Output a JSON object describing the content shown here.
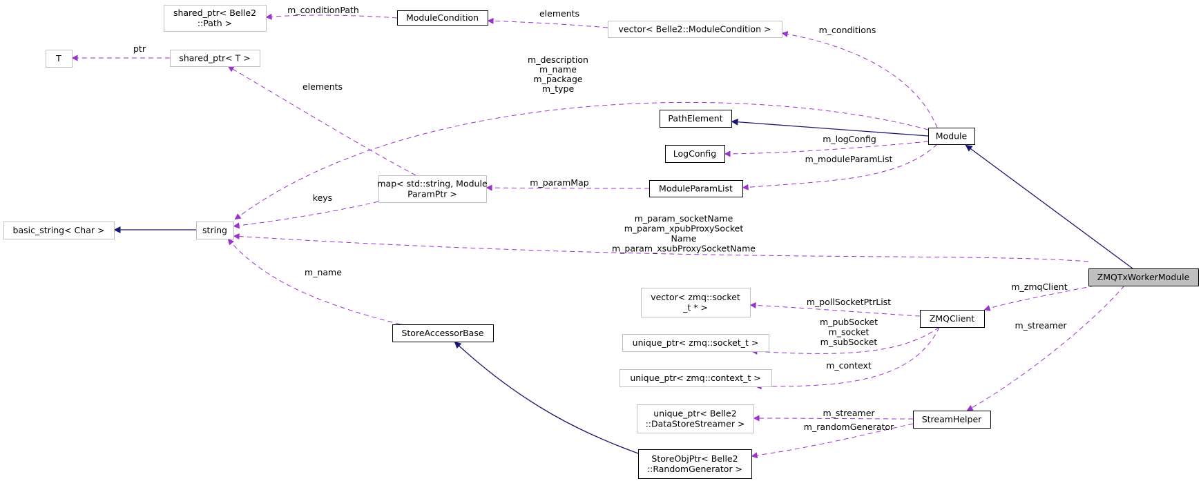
{
  "colors": {
    "usage_edge": "#9a32cd",
    "inherit_edge": "#191970",
    "main_fill": "#bfbfbf",
    "external_border": "#bfbfbf",
    "doc_border": "#000000"
  },
  "nodes": {
    "shared_ptr_path": [
      "shared_ptr< Belle2",
      "::Path >"
    ],
    "module_condition": [
      "ModuleCondition"
    ],
    "vector_module_condition": [
      "vector< Belle2::ModuleCondition >"
    ],
    "t": [
      "T"
    ],
    "shared_ptr_t": [
      "shared_ptr< T >"
    ],
    "path_element": [
      "PathElement"
    ],
    "module": [
      "Module"
    ],
    "log_config": [
      "LogConfig"
    ],
    "map_param": [
      "map< std::string, Module",
      "ParamPtr >"
    ],
    "module_param_list": [
      "ModuleParamList"
    ],
    "basic_string": [
      "basic_string< Char >"
    ],
    "string": [
      "string"
    ],
    "zmq_tx_worker_module": [
      "ZMQTxWorkerModule"
    ],
    "vector_zmq_socket": [
      "vector< zmq::socket",
      "_t * >"
    ],
    "zmq_client": [
      "ZMQClient"
    ],
    "unique_ptr_socket": [
      "unique_ptr< zmq::socket_t >"
    ],
    "unique_ptr_context": [
      "unique_ptr< zmq::context_t >"
    ],
    "store_accessor_base": [
      "StoreAccessorBase"
    ],
    "unique_ptr_datastore": [
      "unique_ptr< Belle2",
      "::DataStoreStreamer >"
    ],
    "stream_helper": [
      "StreamHelper"
    ],
    "store_obj_ptr": [
      "StoreObjPtr< Belle2",
      "::RandomGenerator >"
    ]
  },
  "edges": {
    "condition_path": [
      "m_conditionPath"
    ],
    "condition_elements": [
      "elements"
    ],
    "conditions": [
      "m_conditions"
    ],
    "ptr": [
      "ptr"
    ],
    "shared_elements": [
      "elements"
    ],
    "module_strings": [
      "m_description",
      "m_name",
      "m_package",
      "m_type"
    ],
    "log_config": [
      "m_logConfig"
    ],
    "module_param_list": [
      "m_moduleParamList"
    ],
    "param_map": [
      "m_paramMap"
    ],
    "keys": [
      "keys"
    ],
    "socket_names": [
      "m_param_socketName",
      "m_param_xpubProxySocket",
      "Name",
      "m_param_xsubProxySocketName"
    ],
    "store_name": [
      "m_name"
    ],
    "zmq_client": [
      "m_zmqClient"
    ],
    "streamer": [
      "m_streamer"
    ],
    "poll_socket": [
      "m_pollSocketPtrList"
    ],
    "sockets": [
      "m_pubSocket",
      "m_socket",
      "m_subSocket"
    ],
    "context": [
      "m_context"
    ],
    "helper_streamer": [
      "m_streamer"
    ],
    "random_generator": [
      "m_randomGenerator"
    ]
  }
}
